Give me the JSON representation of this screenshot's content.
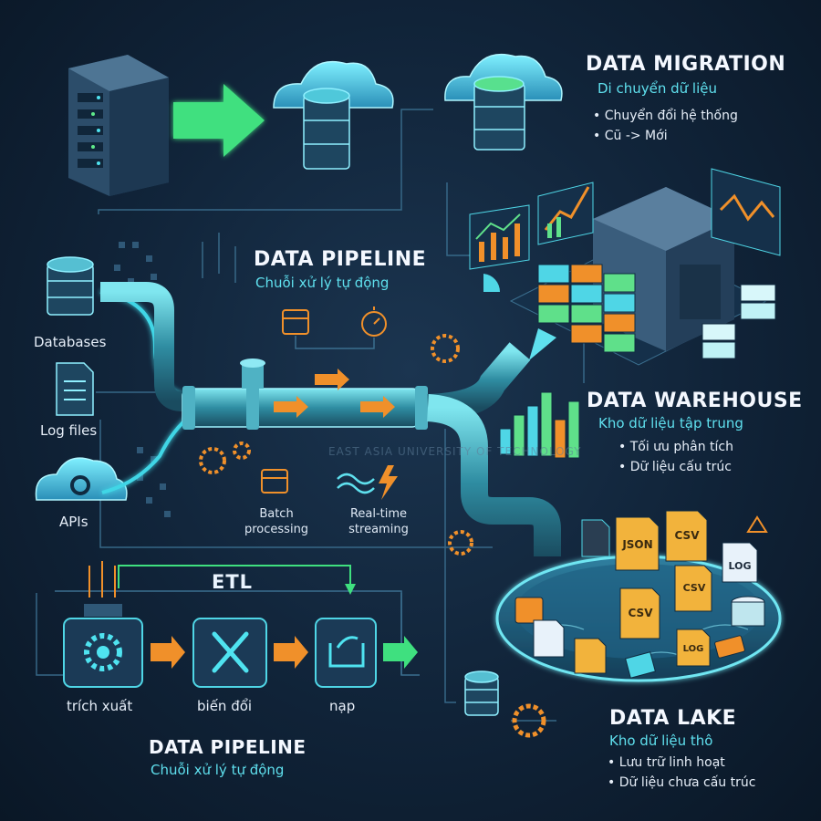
{
  "migration": {
    "title": "DATA MIGRATION",
    "subtitle": "Di chuyển dữ liệu",
    "bullets": [
      "Chuyển đổi hệ thống",
      "Cũ -> Mới"
    ]
  },
  "pipeline_top": {
    "title": "DATA PIPELINE",
    "subtitle": "Chuỗi xử lý tự động"
  },
  "sources": [
    "Databases",
    "Log files",
    "APIs"
  ],
  "processing": {
    "batch": [
      "Batch",
      "processing"
    ],
    "stream": [
      "Real-time",
      "streaming"
    ]
  },
  "warehouse": {
    "title": "DATA WAREHOUSE",
    "subtitle": "Kho dữ liệu tập trung",
    "bullets": [
      "Tối ưu phân tích",
      "Dữ liệu cấu trúc"
    ]
  },
  "etl": {
    "title": "ETL",
    "steps": [
      "trích xuất",
      "biến đổi",
      "nạp"
    ]
  },
  "pipeline_bottom": {
    "title": "DATA PIPELINE",
    "subtitle": "Chuỗi xử lý tự động"
  },
  "lake": {
    "title": "DATA LAKE",
    "subtitle": "Kho dữ liệu thô",
    "bullets": [
      "Lưu trữ linh hoạt",
      "Dữ liệu chưa cấu trúc"
    ],
    "file_labels": [
      "JSON",
      "CSV",
      "CSV",
      "CSV",
      "LOG",
      "LOG"
    ]
  },
  "watermark": {
    "line1": "EAST ASIA UNIVERSITY OF TECHNOLOGY"
  },
  "colors": {
    "accent_cyan": "#4fe3f0",
    "orange": "#f0902a",
    "green": "#4ee07a",
    "panel_bg": "#132a40"
  },
  "icons": [
    "server-icon",
    "cloud-database-icon",
    "database-icon",
    "document-icon",
    "cloud-gear-icon",
    "calendar-icon",
    "stopwatch-icon",
    "gear-icon",
    "wave-icon",
    "lightning-icon",
    "wrench-screwdriver-icon",
    "load-arrow-icon",
    "warehouse-icon",
    "bar-chart-icon",
    "lake-icon"
  ]
}
